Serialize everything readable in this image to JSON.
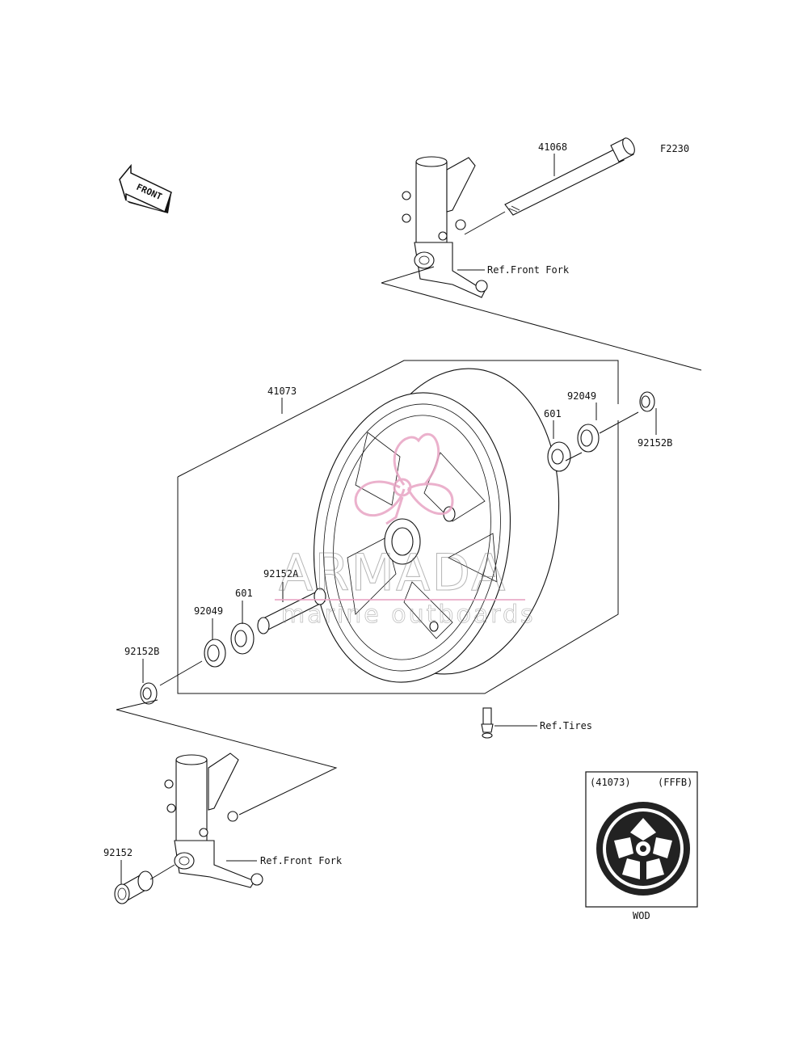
{
  "diagram_code": "F2230",
  "front_arrow_label": "FRONT",
  "parts": {
    "axle": "41068",
    "wheel": "41073",
    "bearing_right": "601",
    "seal_right": "92049",
    "collar_right": "92152B",
    "center_collar": "92152A",
    "bearing_left": "601",
    "seal_left": "92049",
    "collar_left": "92152B",
    "collar_bottom": "92152"
  },
  "references": {
    "fork_top": "Ref.Front Fork",
    "tires": "Ref.Tires",
    "fork_bottom": "Ref.Front Fork"
  },
  "variant_box": {
    "part": "(41073)",
    "code": "(FFFB)",
    "color_code": "WOD"
  },
  "watermark": {
    "brand": "ARMADA",
    "tagline": "marine outboards",
    "accent_color": "#e8a4c4"
  }
}
